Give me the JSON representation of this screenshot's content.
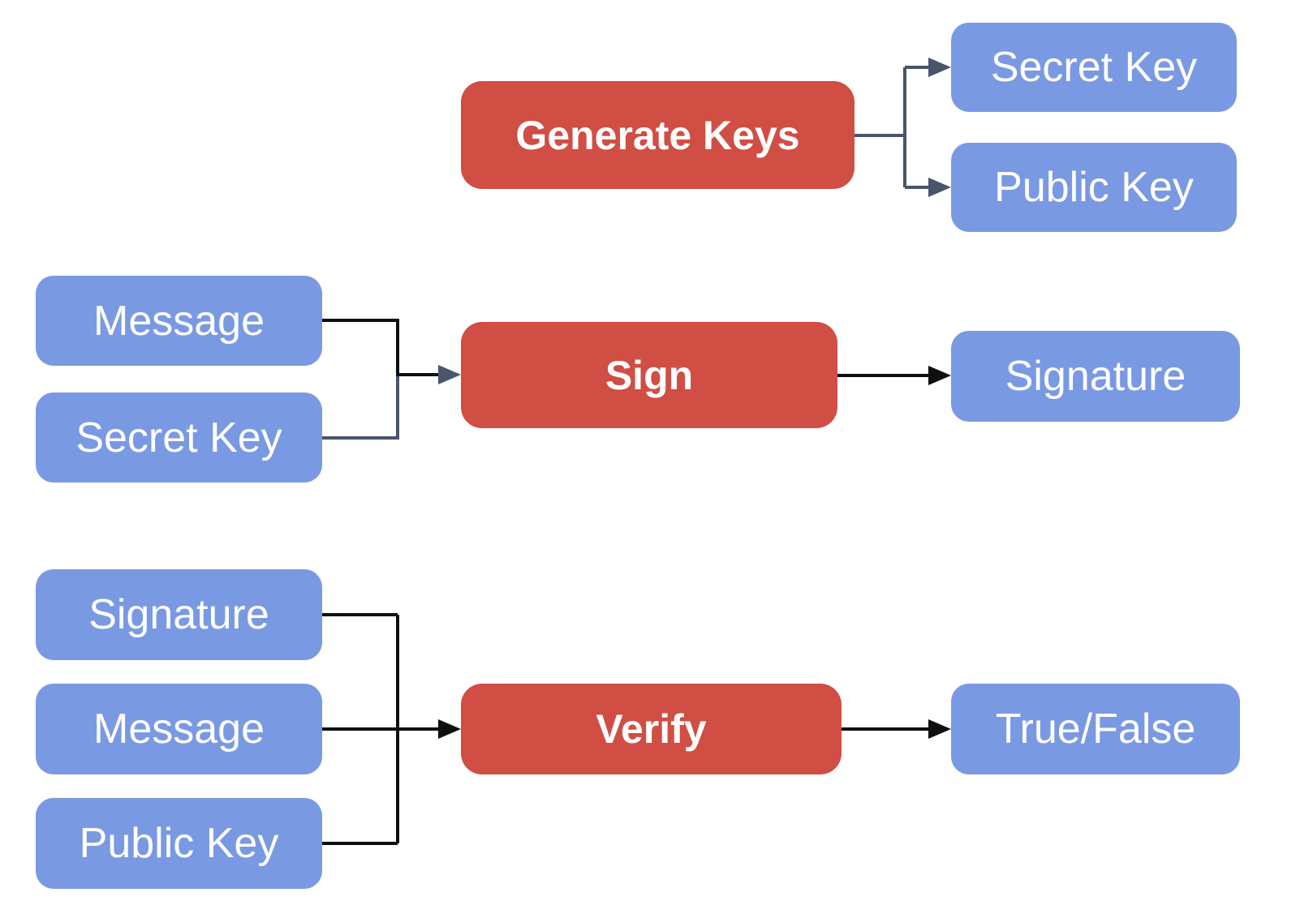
{
  "colors": {
    "process-fill": "#D04E44",
    "data-fill": "#7A99E3",
    "edge-black": "#0E0F10",
    "edge-slate": "#48556A",
    "label-text": "#FFFFFF",
    "background": "#FFFFFF"
  },
  "nodes": {
    "generate_keys": {
      "label": "Generate Keys",
      "kind": "process"
    },
    "secret_key_top": {
      "label": "Secret Key",
      "kind": "data"
    },
    "public_key_top": {
      "label": "Public Key",
      "kind": "data"
    },
    "message_sign": {
      "label": "Message",
      "kind": "data"
    },
    "secret_key_sign": {
      "label": "Secret Key",
      "kind": "data"
    },
    "sign": {
      "label": "Sign",
      "kind": "process"
    },
    "signature_out": {
      "label": "Signature",
      "kind": "data"
    },
    "signature_verify": {
      "label": "Signature",
      "kind": "data"
    },
    "message_verify": {
      "label": "Message",
      "kind": "data"
    },
    "public_key_verify": {
      "label": "Public Key",
      "kind": "data"
    },
    "verify": {
      "label": "Verify",
      "kind": "process"
    },
    "true_false": {
      "label": "True/False",
      "kind": "data"
    }
  },
  "edges": [
    {
      "from": "generate_keys",
      "to": "secret_key_top",
      "color": "slate"
    },
    {
      "from": "generate_keys",
      "to": "public_key_top",
      "color": "slate"
    },
    {
      "from": "message_sign",
      "to": "sign",
      "color": "black"
    },
    {
      "from": "secret_key_sign",
      "to": "sign",
      "color": "slate"
    },
    {
      "from": "sign",
      "to": "signature_out",
      "color": "black"
    },
    {
      "from": "signature_verify",
      "to": "verify",
      "color": "black"
    },
    {
      "from": "message_verify",
      "to": "verify",
      "color": "black"
    },
    {
      "from": "public_key_verify",
      "to": "verify",
      "color": "black"
    },
    {
      "from": "verify",
      "to": "true_false",
      "color": "black"
    }
  ]
}
